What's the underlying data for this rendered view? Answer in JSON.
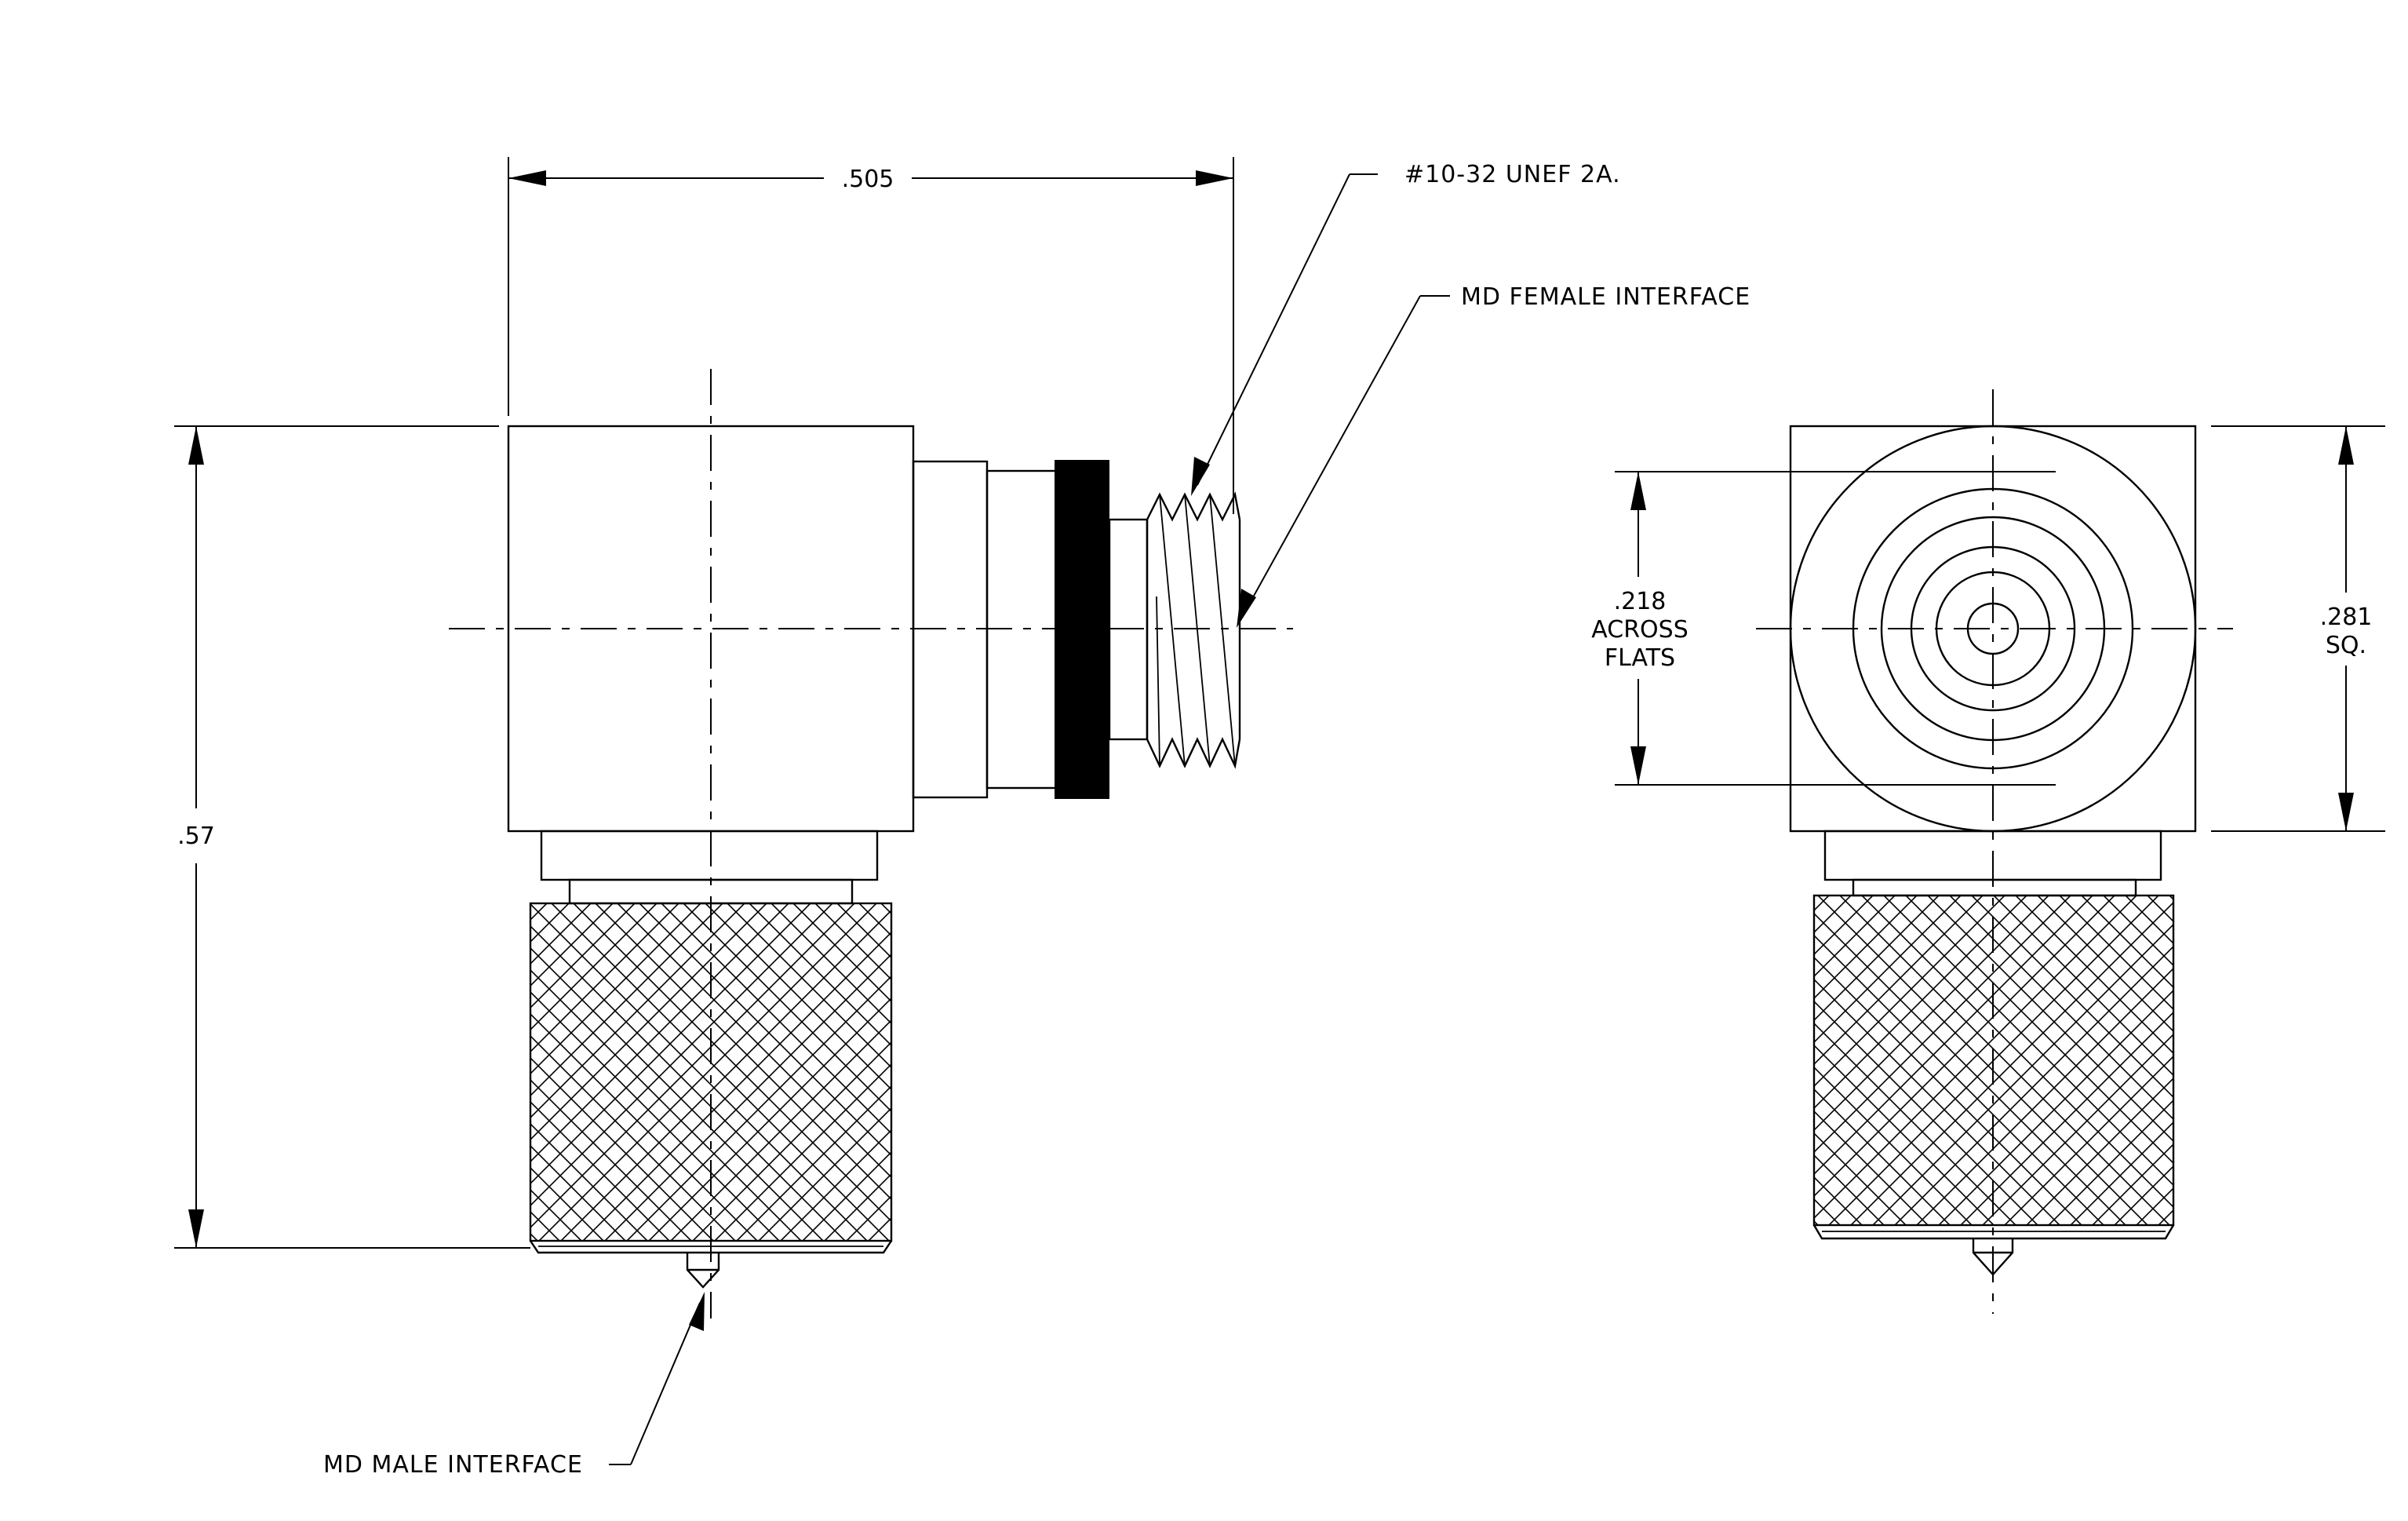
{
  "callouts": {
    "thread": "#10-32 UNEF 2A.",
    "female_interface": "MD FEMALE INTERFACE",
    "male_interface": "MD MALE INTERFACE"
  },
  "dimensions": {
    "overall_length": ".505",
    "overall_height": ".57",
    "across_flats_value": ".218",
    "across_flats_line2": "ACROSS",
    "across_flats_line3": "FLATS",
    "square_value": ".281",
    "square_suffix": "SQ."
  }
}
